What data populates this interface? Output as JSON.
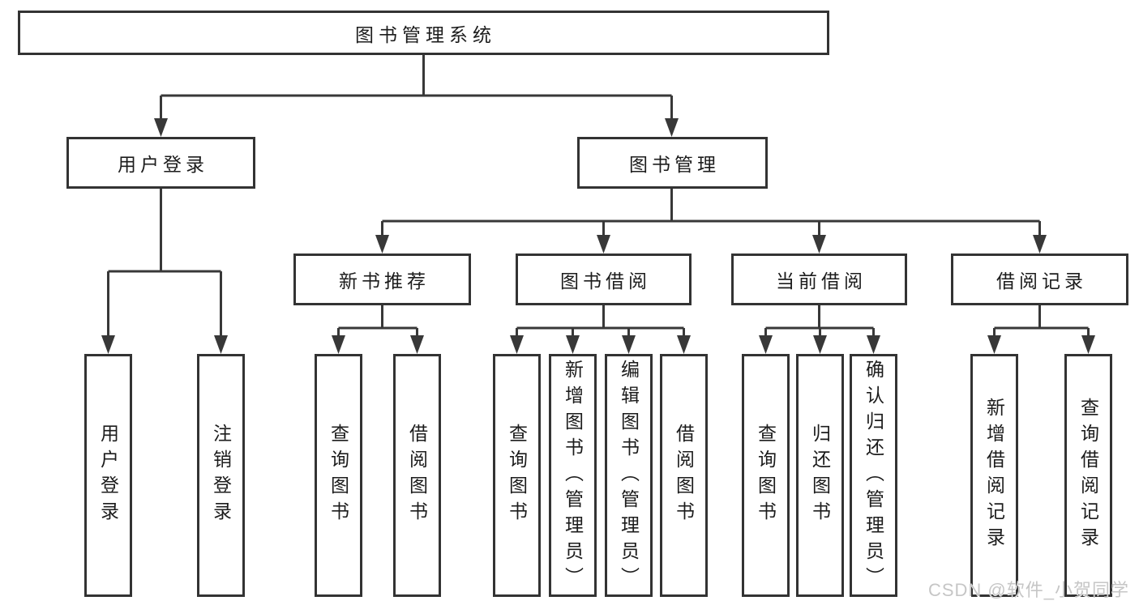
{
  "diagram": {
    "type": "tree",
    "root": {
      "label": "图书管理系统",
      "children": [
        {
          "label": "用户登录",
          "children": [
            {
              "label": "用户登录"
            },
            {
              "label": "注销登录"
            }
          ]
        },
        {
          "label": "图书管理",
          "children": [
            {
              "label": "新书推荐",
              "children": [
                {
                  "label": "查询图书"
                },
                {
                  "label": "借阅图书"
                }
              ]
            },
            {
              "label": "图书借阅",
              "children": [
                {
                  "label": "查询图书"
                },
                {
                  "label": "新增图书（管理员）"
                },
                {
                  "label": "编辑图书（管理员）"
                },
                {
                  "label": "借阅图书"
                }
              ]
            },
            {
              "label": "当前借阅",
              "children": [
                {
                  "label": "查询图书"
                },
                {
                  "label": "归还图书"
                },
                {
                  "label": "确认归还（管理员）"
                }
              ]
            },
            {
              "label": "借阅记录",
              "children": [
                {
                  "label": "新增借阅记录"
                },
                {
                  "label": "查询借阅记录"
                }
              ]
            }
          ]
        }
      ]
    },
    "colors": {
      "line": "#383838",
      "box_border": "#333333",
      "text": "#1c1c1c",
      "background": "#ffffff",
      "watermark": "#c6c6c6"
    }
  },
  "watermark": {
    "text": "CSDN @软件_小贺同学"
  }
}
